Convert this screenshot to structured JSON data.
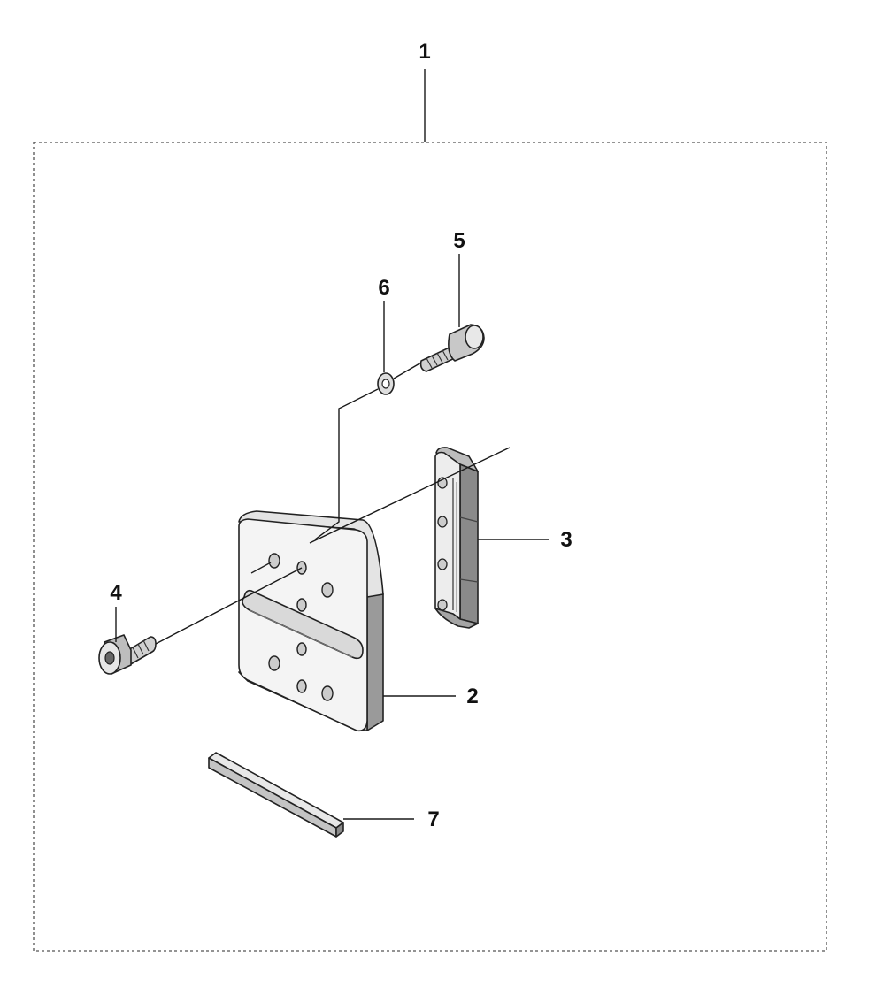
{
  "callouts": [
    {
      "id": "1",
      "label": "1"
    },
    {
      "id": "2",
      "label": "2"
    },
    {
      "id": "3",
      "label": "3"
    },
    {
      "id": "4",
      "label": "4"
    },
    {
      "id": "5",
      "label": "5"
    },
    {
      "id": "6",
      "label": "6"
    },
    {
      "id": "7",
      "label": "7"
    }
  ],
  "colors": {
    "line": "#1a1a1a",
    "part_fill_light": "#f2f2f2",
    "part_fill_mid": "#cfcfcf",
    "part_fill_dark": "#8a8a8a",
    "frame": "#555555"
  }
}
